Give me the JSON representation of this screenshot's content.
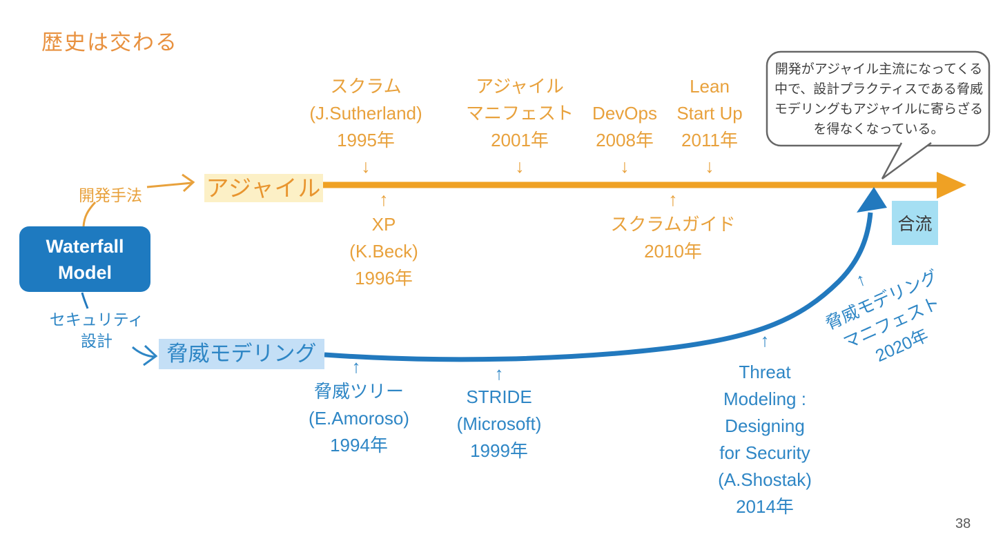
{
  "slide": {
    "title": "歴史は交わる",
    "page_number": "38"
  },
  "callout": {
    "text": "開発がアジャイル主流になってくる\n中で、設計プラクティスである脅威\nモデリングもアジャイルに寄らざる\nを得なくなっている。"
  },
  "waterfall_box": {
    "label": "Waterfall\nModel"
  },
  "agile": {
    "category_label": "開発手法",
    "track_label": "アジャイル",
    "events_above": [
      {
        "label": "スクラム\n(J.Sutherland)\n1995年"
      },
      {
        "label": "アジャイル\nマニフェスト\n2001年"
      },
      {
        "label": "DevOps\n2008年"
      },
      {
        "label": "Lean\nStart Up\n2011年"
      }
    ],
    "events_below": [
      {
        "label": "XP\n(K.Beck)\n1996年"
      },
      {
        "label": "スクラムガイド\n2010年"
      }
    ]
  },
  "threat": {
    "category_label": "セキュリティ\n設計",
    "track_label": "脅威モデリング",
    "events_below": [
      {
        "label": "脅威ツリー\n(E.Amoroso)\n1994年"
      },
      {
        "label": "STRIDE\n(Microsoft)\n1999年"
      },
      {
        "label": "Threat\nModeling :\nDesigning\nfor Security\n(A.Shostak)\n2014年"
      }
    ],
    "merge_event": {
      "label": "脅威モデリング\nマニフェスト\n2020年"
    }
  },
  "merge_badge": {
    "label": "合流"
  },
  "icons": {
    "down_arrow": "↓",
    "up_arrow": "↑"
  },
  "colors": {
    "agile_orange": "#EFA124",
    "agile_text": "#E8A13C",
    "agile_highlight": "#FCF0C6",
    "threat_blue": "#2279BE",
    "threat_text": "#2E86C5",
    "threat_highlight": "#C4DFF6",
    "waterfall_fill": "#1E7AC0",
    "merge_fill": "#A5DFF3",
    "title_orange": "#E8913F"
  }
}
